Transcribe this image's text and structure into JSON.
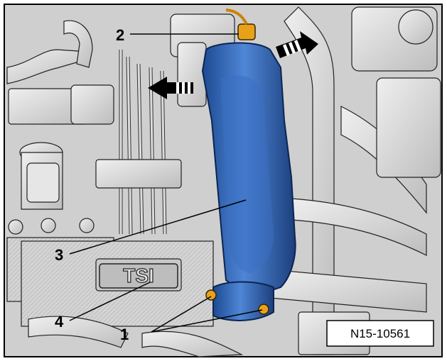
{
  "callouts": [
    {
      "id": "1",
      "label": "1"
    },
    {
      "id": "2",
      "label": "2"
    },
    {
      "id": "3",
      "label": "3"
    },
    {
      "id": "4",
      "label": "4"
    }
  ],
  "engine_badge": {
    "text": "TSI"
  },
  "reference_code": "N15-10561",
  "colors": {
    "highlight_part": "#2f64b4",
    "connector": "#e8a21a",
    "background_mesh": "#d9d9d9",
    "outline": "#1a1a1a"
  },
  "icons": [
    "direction-arrow-left-icon",
    "direction-arrow-right-icon"
  ]
}
